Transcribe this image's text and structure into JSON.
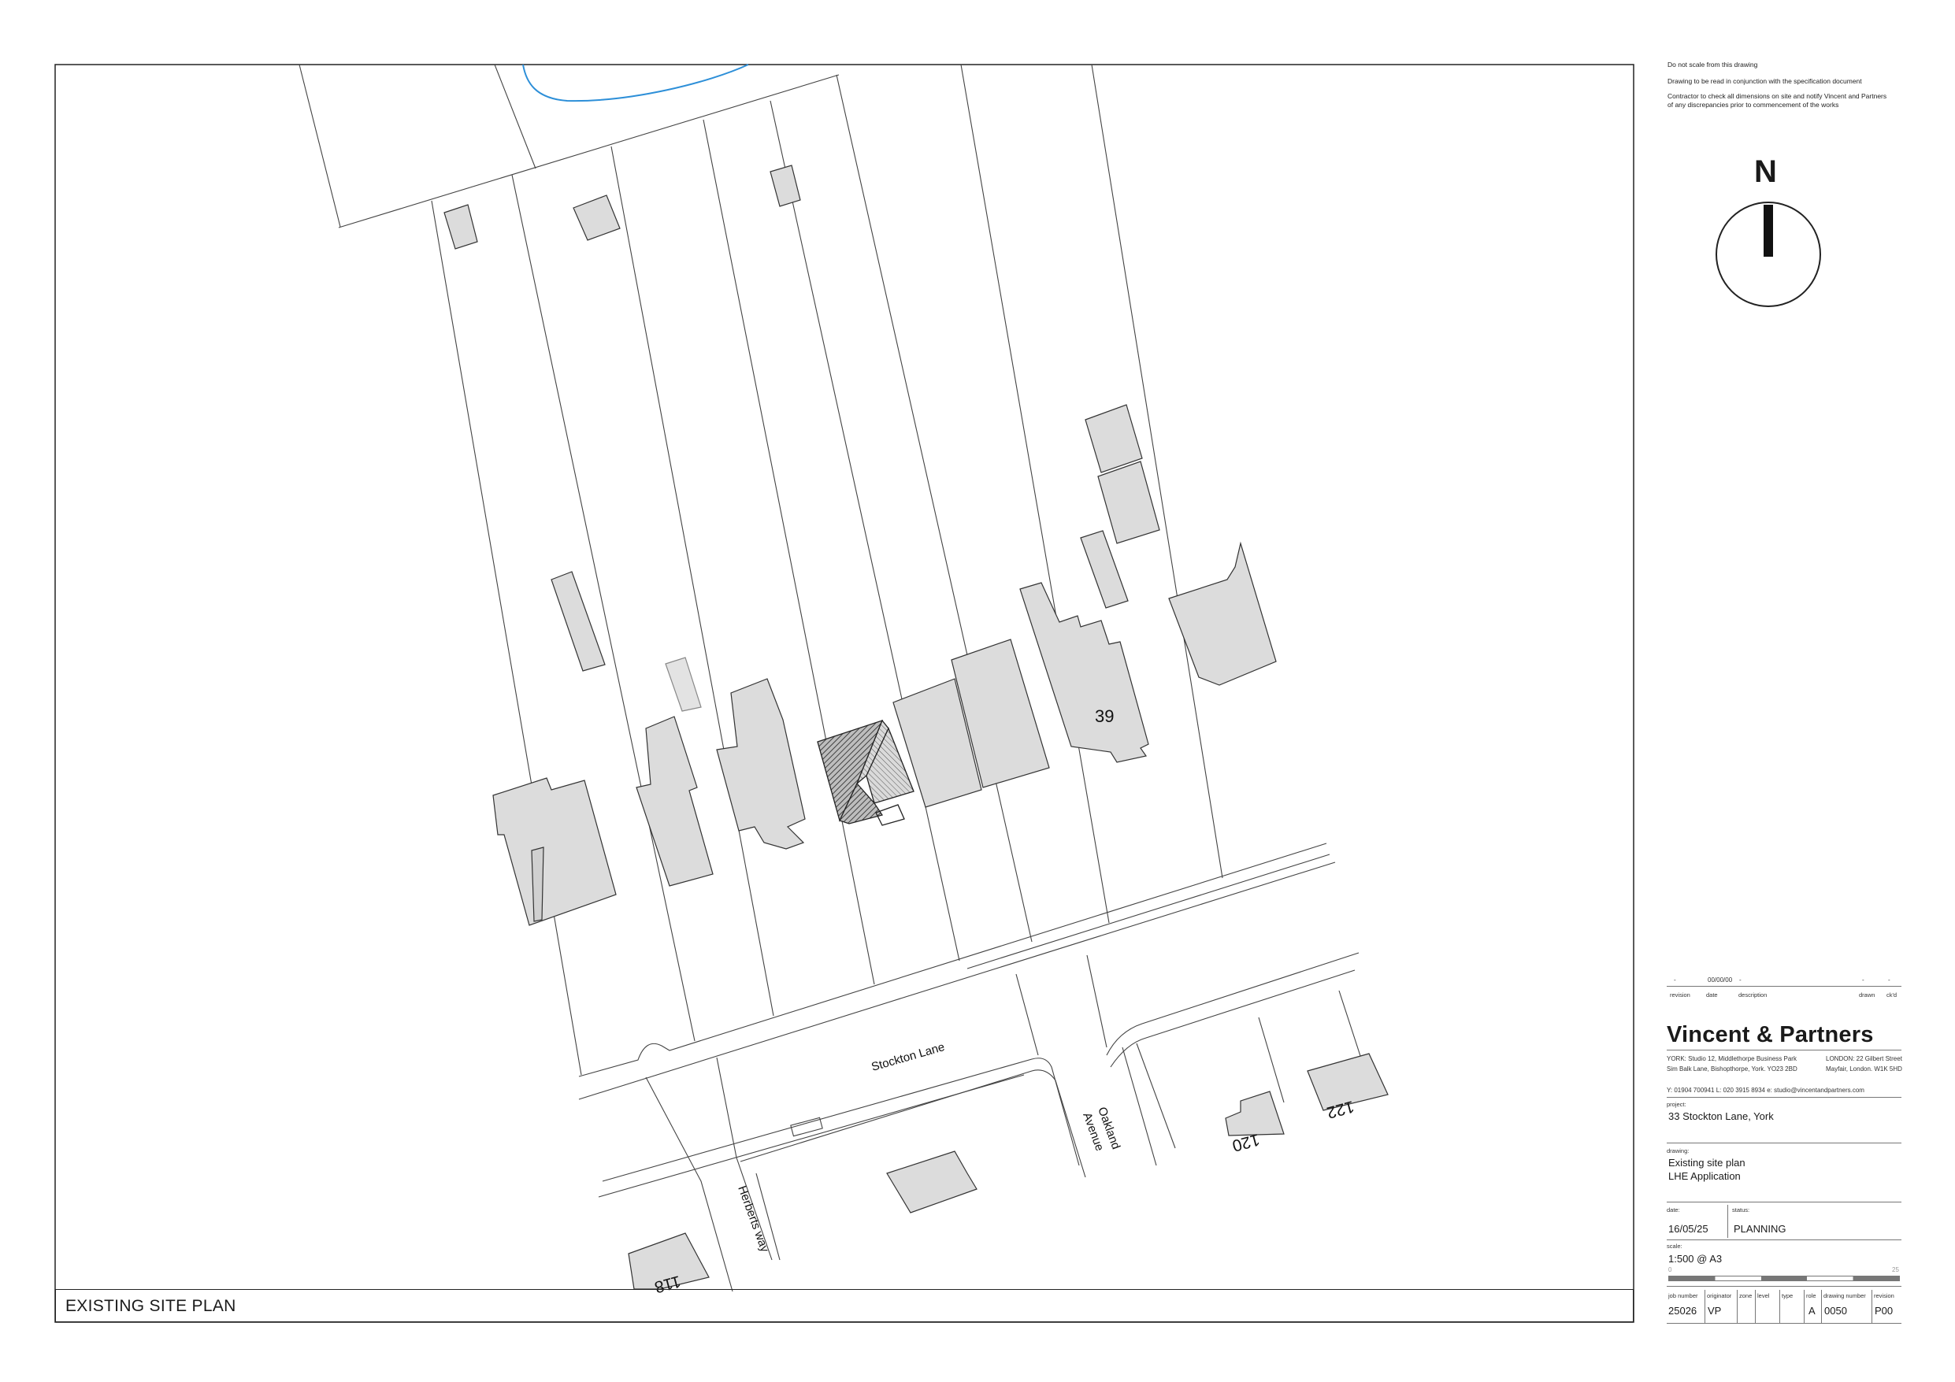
{
  "notes": [
    "Do not scale from this drawing",
    "Drawing to be read in conjunction with the specification document",
    "Contractor to check all dimensions on site and notify Vincent and Partners",
    "of any discrepancies prior to commencement of the works"
  ],
  "north_arrow": {
    "label": "N",
    "icon": "north-arrow-icon"
  },
  "plan": {
    "sheet_label": "EXISTING SITE PLAN",
    "street_labels": [
      "Stockton Lane",
      "Oakland",
      "Avenue",
      "Herberts way"
    ],
    "house_numbers": [
      "39",
      "120",
      "122",
      "118"
    ],
    "colors": {
      "building_fill": "#dcdcdc",
      "subject_fill": "#5a5a5a",
      "watercourse": "#2d8fd8",
      "line": "#444444"
    }
  },
  "revision_row": {
    "values": [
      "-",
      "00/00/00",
      "-",
      "-",
      "-"
    ],
    "headers": [
      "revision",
      "date",
      "description",
      "drawn",
      "ck'd"
    ]
  },
  "firm": {
    "name": "Vincent & Partners",
    "york_line1": "YORK: Studio 12, Middlethorpe Business Park",
    "york_line2": "Sim Balk Lane, Bishopthorpe, York. YO23 2BD",
    "london_line1": "LONDON: 22 Gilbert Street",
    "london_line2": "Mayfair, London. W1K 5HD",
    "contact": "Y: 01904 700941   L: 020 3915 8934   e: studio@vincentandpartners.com"
  },
  "project": {
    "label": "project:",
    "value": "33 Stockton Lane, York"
  },
  "drawing": {
    "label": "drawing:",
    "line1": "Existing site plan",
    "line2": "LHE Application"
  },
  "date": {
    "label": "date:",
    "value": "16/05/25"
  },
  "status": {
    "label": "status:",
    "value": "PLANNING"
  },
  "scale": {
    "label": "scale:",
    "value": "1:500 @ A3",
    "bar_start": "0",
    "bar_end": "25"
  },
  "codes": {
    "headers": [
      "job number",
      "originator",
      "zone",
      "level",
      "type",
      "role",
      "drawing number",
      "revision"
    ],
    "values": [
      "25026",
      "VP",
      "",
      "",
      "",
      "A",
      "0050",
      "P00"
    ]
  }
}
